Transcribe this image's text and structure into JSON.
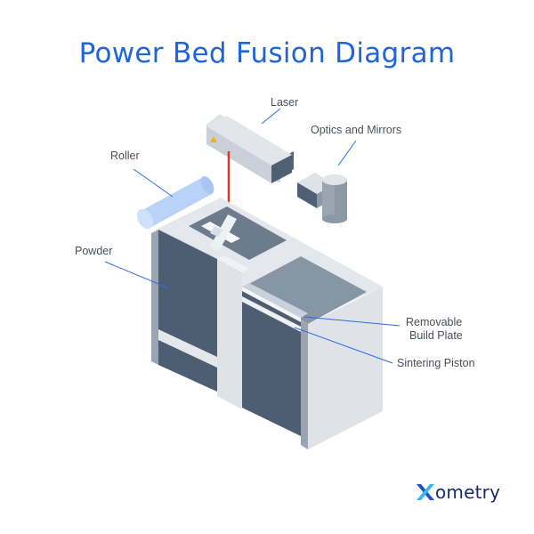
{
  "title": "Power Bed Fusion Diagram",
  "labels": {
    "laser": "Laser",
    "optics": "Optics and Mirrors",
    "roller": "Roller",
    "powder": "Powder",
    "removable_line1": "Removable",
    "removable_line2": "Build Plate",
    "piston": "Sintering Piston"
  },
  "brand": {
    "name": "ometry"
  },
  "colors": {
    "title": "#1f64d8",
    "leader": "#2e6be0",
    "laser_beam": "#d63a2f",
    "roller": "#b9d2f7",
    "dark_face": "#4d5e72",
    "mid_face": "#8c98a5",
    "light_face": "#dfe3e8",
    "brand_x_light": "#35b8f0",
    "brand_x_dark": "#1d4fd6",
    "brand_text": "#1a2b6d"
  },
  "icons": {
    "laser_warning": "warning-triangle-icon",
    "logo_mark": "xometry-x-mark"
  }
}
